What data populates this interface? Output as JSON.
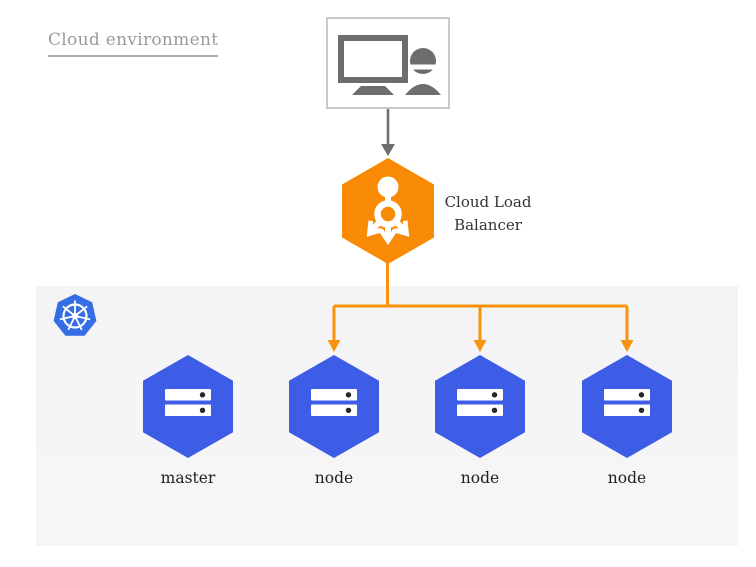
{
  "diagram": {
    "title": "Cloud environment",
    "user_entry": {
      "icon": "monitor-and-user-icon"
    },
    "flow_arrow": {
      "icon": "down-arrow-icon"
    },
    "load_balancer": {
      "label": "Cloud Load Balancer",
      "icon": "load-balancer-icon",
      "shape": "hexagon"
    },
    "cluster": {
      "logo": "kubernetes-logo",
      "nodes": [
        {
          "label": "master",
          "icon": "server-icon"
        },
        {
          "label": "node",
          "icon": "server-icon"
        },
        {
          "label": "node",
          "icon": "server-icon"
        },
        {
          "label": "node",
          "icon": "server-icon"
        }
      ]
    },
    "colors": {
      "load_balancer_orange": "#F98A05",
      "connector_orange": "#F9930E",
      "node_blue": "#3D5DE6",
      "kubernetes_blue": "#356DE4",
      "panel_background": "#F5F5F6",
      "title_gray": "#9A9A9A",
      "arrow_gray": "#6F6F6F",
      "label_dark": "#1F1F1F"
    }
  }
}
